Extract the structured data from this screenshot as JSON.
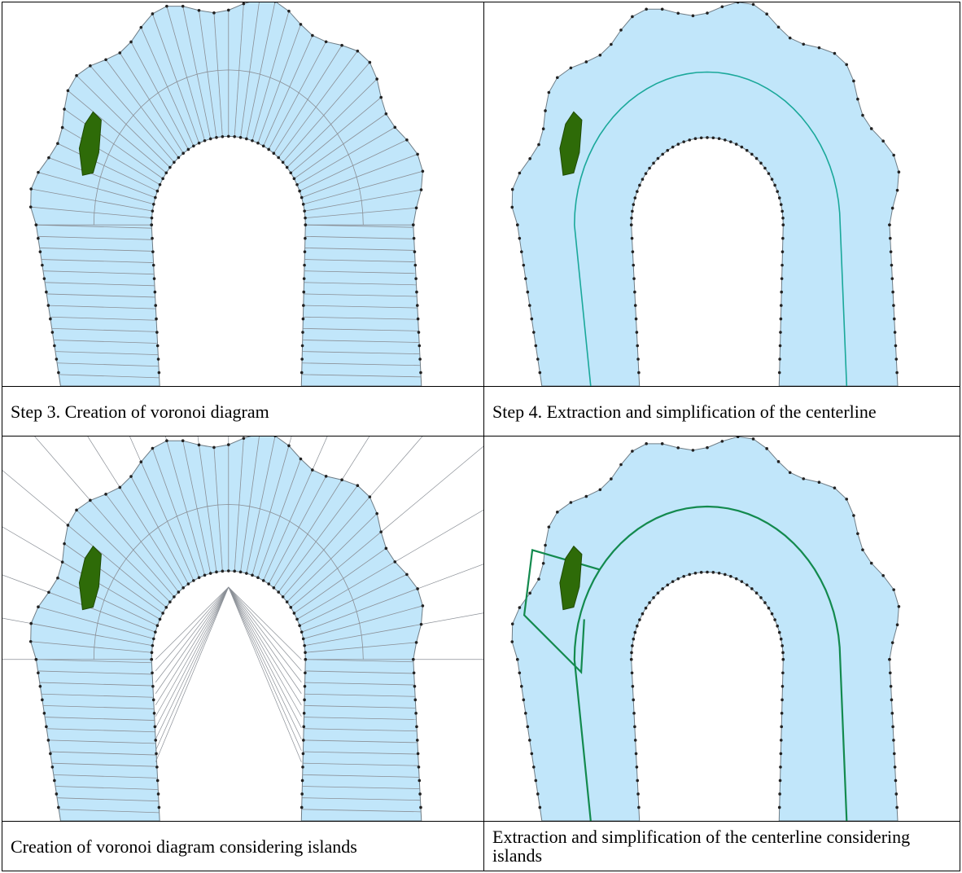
{
  "panels": [
    {
      "caption": "Step 3. Creation of voronoi diagram",
      "mode": "voronoi"
    },
    {
      "caption": "Step 4. Extraction and simplification of the centerline",
      "mode": "centerline"
    },
    {
      "caption": "Creation of voronoi diagram considering islands",
      "mode": "voronoi-islands"
    },
    {
      "caption": "Extraction and simplification of the centerline considering islands",
      "mode": "centerline-islands"
    }
  ],
  "colors": {
    "water": "#c1e6fa",
    "island": "#2e6b08",
    "voronoi_edge": "#8a8f96",
    "centerline": "#1aa89a",
    "centerline_islands": "#138a4e",
    "point": "#222222"
  }
}
